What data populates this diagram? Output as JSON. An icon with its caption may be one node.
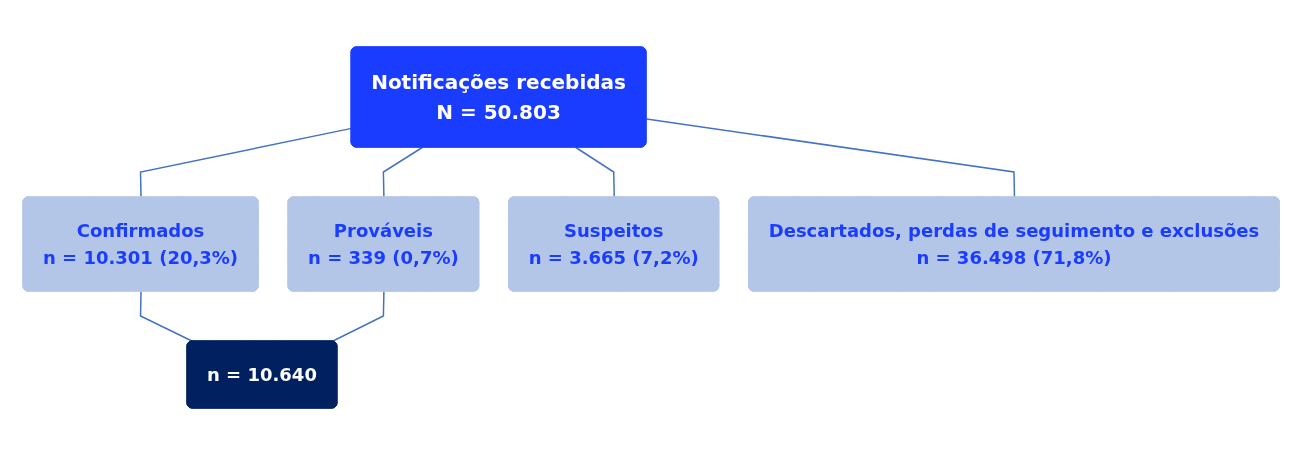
{
  "diagram": {
    "nodes": [
      {
        "text": [
          "Notificações recebidas",
          "N = 50.803"
        ]
      },
      {
        "text": [
          "Confirmados",
          "n = 10.301 (20,3%)"
        ]
      },
      {
        "text": [
          "Prováveis",
          "n = 339 (0,7%)"
        ]
      },
      {
        "text": [
          "Suspeitos",
          "n = 3.665 (7,2%)"
        ]
      },
      {
        "text": [
          "Descartados, perdas de seguimento e exclusões",
          "n = 36.498 (71,8%)"
        ]
      },
      {
        "text": [
          "n = 10.640"
        ]
      }
    ],
    "edges": [
      {
        "from": 0,
        "to": 1,
        "arrow": "none"
      },
      {
        "from": 0,
        "to": 2,
        "arrow": "none"
      },
      {
        "from": 0,
        "to": 3,
        "arrow": "none"
      },
      {
        "from": 0,
        "to": 4,
        "arrow": "none"
      },
      {
        "from": 1,
        "to": 5,
        "arrow": "none"
      },
      {
        "from": 2,
        "to": 5,
        "arrow": "none"
      }
    ]
  }
}
